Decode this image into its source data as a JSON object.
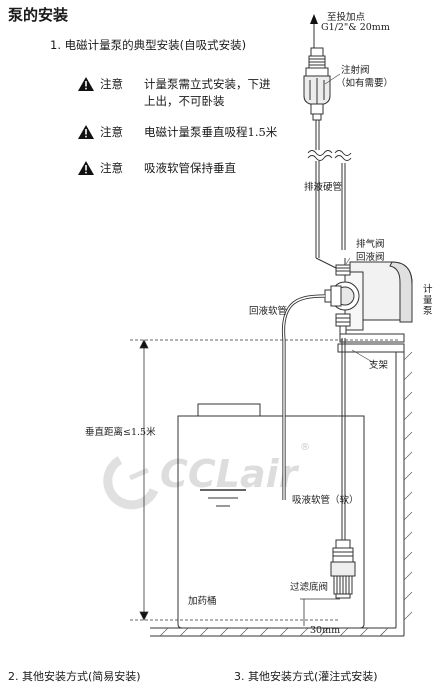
{
  "heading": "泵的安装",
  "section1_title": "1. 电磁计量泵的典型安装(自吸式安装)",
  "warnings": [
    {
      "label": "注意",
      "text_line1": "计量泵需立式安装，下进",
      "text_line2": "上出，不可卧装"
    },
    {
      "label": "注意",
      "text_line1": "电磁计量泵垂直吸程1.5米",
      "text_line2": ""
    },
    {
      "label": "注意",
      "text_line1": "吸液软管保持垂直",
      "text_line2": ""
    }
  ],
  "labels": {
    "dosing_point_line1": "至投加点",
    "dosing_point_line2": "G1/2\"& 20mm",
    "injection_valve_line1": "注射阀",
    "injection_valve_line2": "（如有需要）",
    "discharge_hard_pipe": "排液硬管",
    "vent_valve": "排气阀",
    "return_valve": "回液阀",
    "metering_pump": [
      "计",
      "量",
      "泵"
    ],
    "return_hose": "回液软管",
    "bracket": "支架",
    "vertical_distance": "垂直距离≤1.5米",
    "suction_hose": "吸液软管（软）",
    "foot_filter": "过滤底阀",
    "dosing_tank": "加药桶",
    "gap": "30mm"
  },
  "watermark": "CCLair",
  "section2_title": "2. 其他安装方式(简易安装)",
  "section3_title": "3. 其他安装方式(灌注式安装)",
  "colors": {
    "line": "#333333",
    "pump_fill": "#f2f2f2",
    "watermark": "#c8c8c8"
  }
}
